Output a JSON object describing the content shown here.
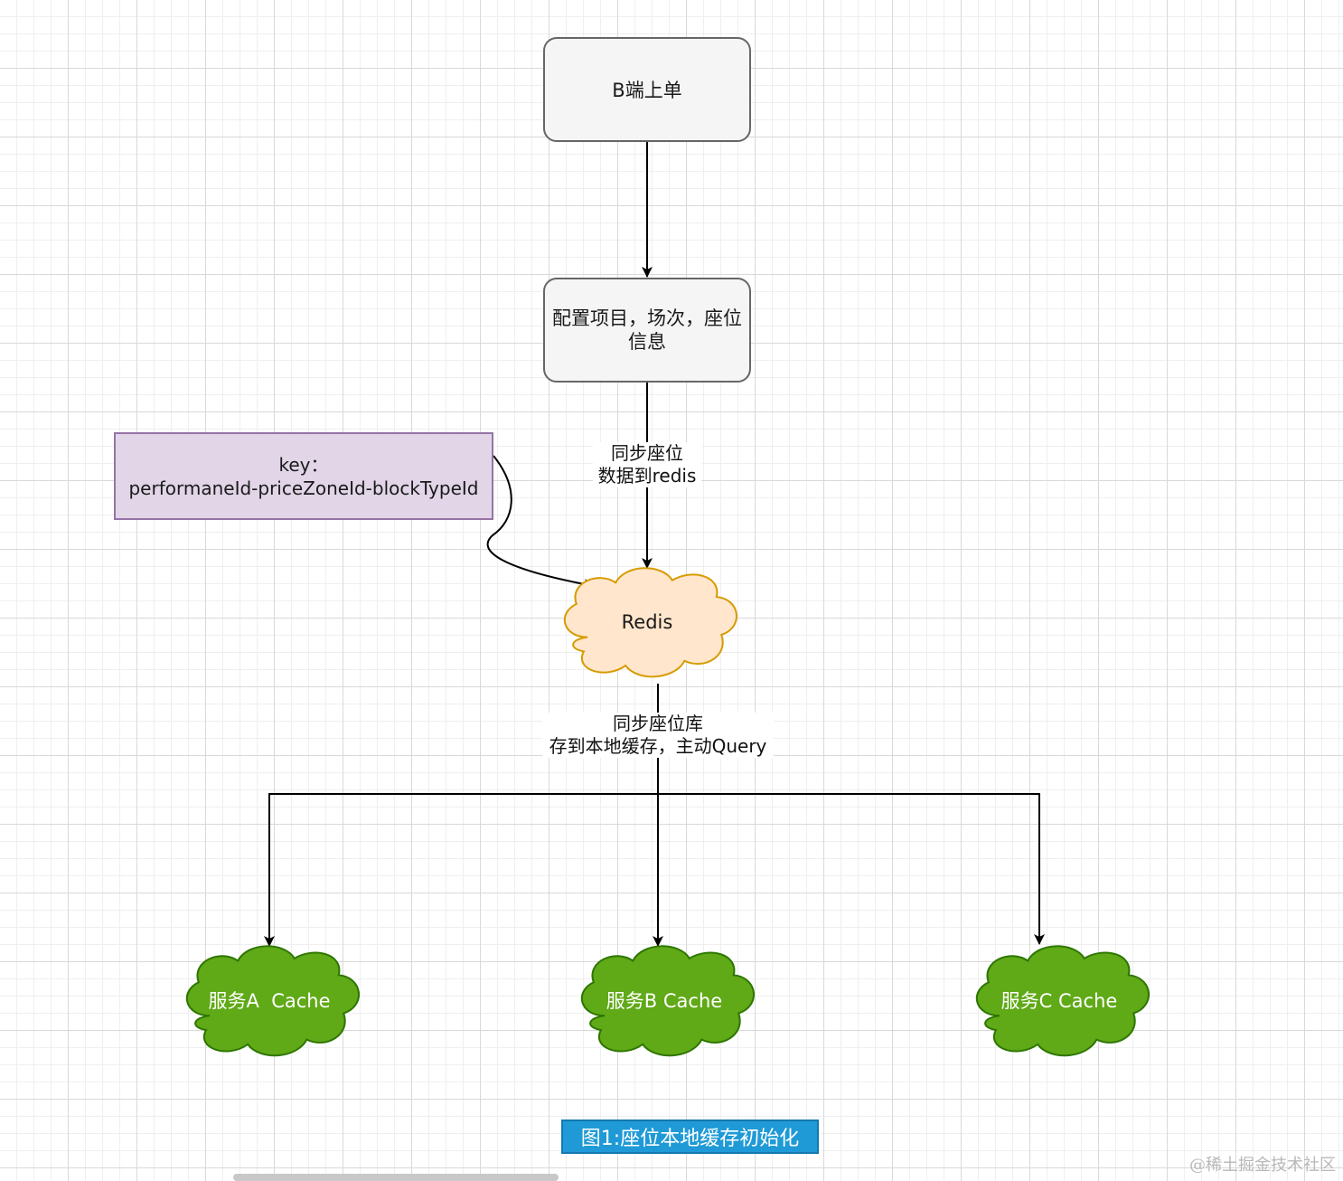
{
  "nodes": {
    "b_order": "B端上单",
    "config": "配置项目，场次，座位信息",
    "key_note": "key：\nperformaneId-priceZoneId-blockTypeId",
    "redis": "Redis",
    "cache_a": "服务A  Cache",
    "cache_b": "服务B Cache",
    "cache_c": "服务C Cache"
  },
  "edges": {
    "sync_to_redis": "同步座位\n数据到redis",
    "sync_to_local": "同步座位库\n存到本地缓存，主动Query"
  },
  "caption": "图1:座位本地缓存初始化",
  "watermark": "@稀土掘金技术社区",
  "colors": {
    "process_fill": "#f5f5f5",
    "process_stroke": "#666666",
    "note_fill": "#e1d5e7",
    "note_stroke": "#9673a6",
    "redis_fill": "#ffe6cc",
    "redis_stroke": "#d79b00",
    "cache_fill": "#60a917",
    "cache_stroke": "#2d7600",
    "caption_fill": "#1f9ad6"
  }
}
